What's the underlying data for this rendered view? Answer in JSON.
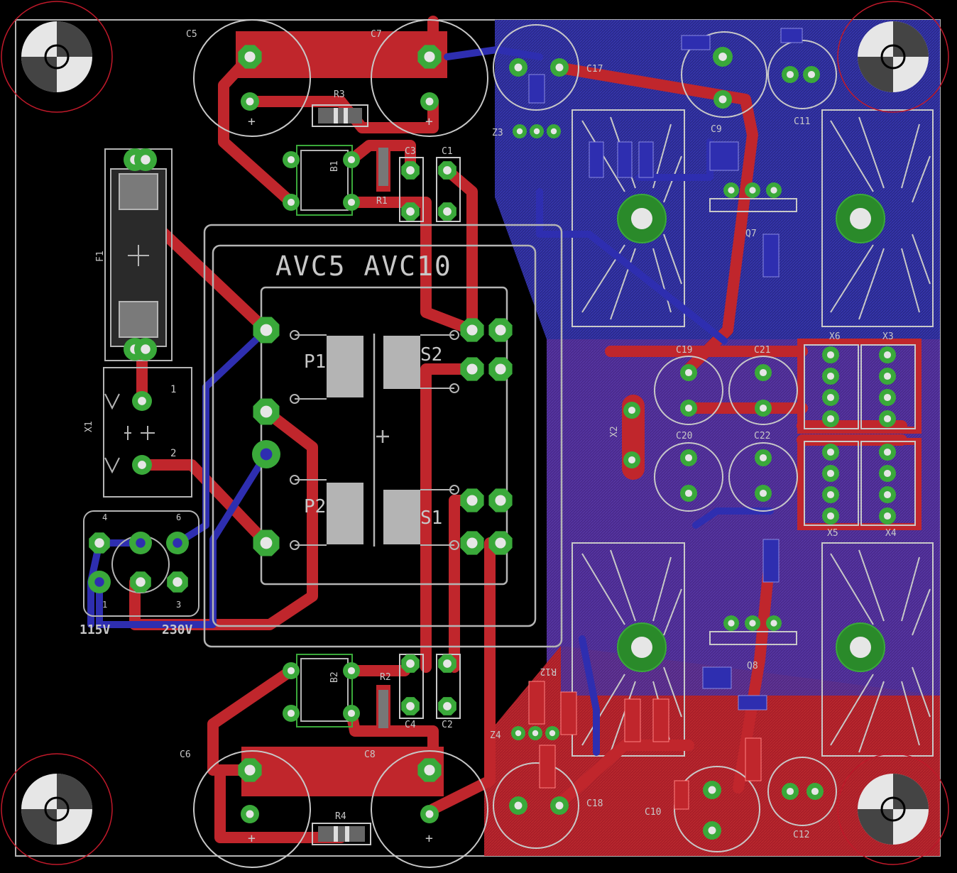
{
  "view": {
    "background": "#000000",
    "colors": {
      "top_copper": "#c0262c",
      "bottom_copper": "#2e2eb0",
      "pad": "#3aa93a",
      "drill": "#e6e6e6",
      "silk": "#c8c8c8",
      "mount_ring": "#c0192a",
      "outline": "#b4b4b4"
    }
  },
  "silkscreen": {
    "transformer_title": "AVC5 AVC10",
    "P1": "P1",
    "P2": "P2",
    "S1": "S1",
    "S2": "S2",
    "v115": "115V",
    "v230": "230V",
    "pin1": "1",
    "pin2": "2",
    "pin3": "3",
    "pin4": "4",
    "pin6": "6",
    "plus": "+"
  },
  "components": {
    "C1": "C1",
    "C2": "C2",
    "C3": "C3",
    "C4": "C4",
    "C5": "C5",
    "C6": "C6",
    "C7": "C7",
    "C8": "C8",
    "C9": "C9",
    "C10": "C10",
    "C11": "C11",
    "C12": "C12",
    "C17": "C17",
    "C18": "C18",
    "C19": "C19",
    "C20": "C20",
    "C21": "C21",
    "C22": "C22",
    "R1": "R1",
    "R2": "R2",
    "R3": "R3",
    "R4": "R4",
    "B1": "B1",
    "B2": "B2",
    "F1": "F1",
    "X1": "X1",
    "X2": "X2",
    "X3": "X3",
    "X4": "X4",
    "X5": "X5",
    "X6": "X6",
    "Q7": "Q7",
    "Q8": "Q8",
    "Z3": "Z3",
    "Z4": "Z4",
    "R12": "R12"
  }
}
